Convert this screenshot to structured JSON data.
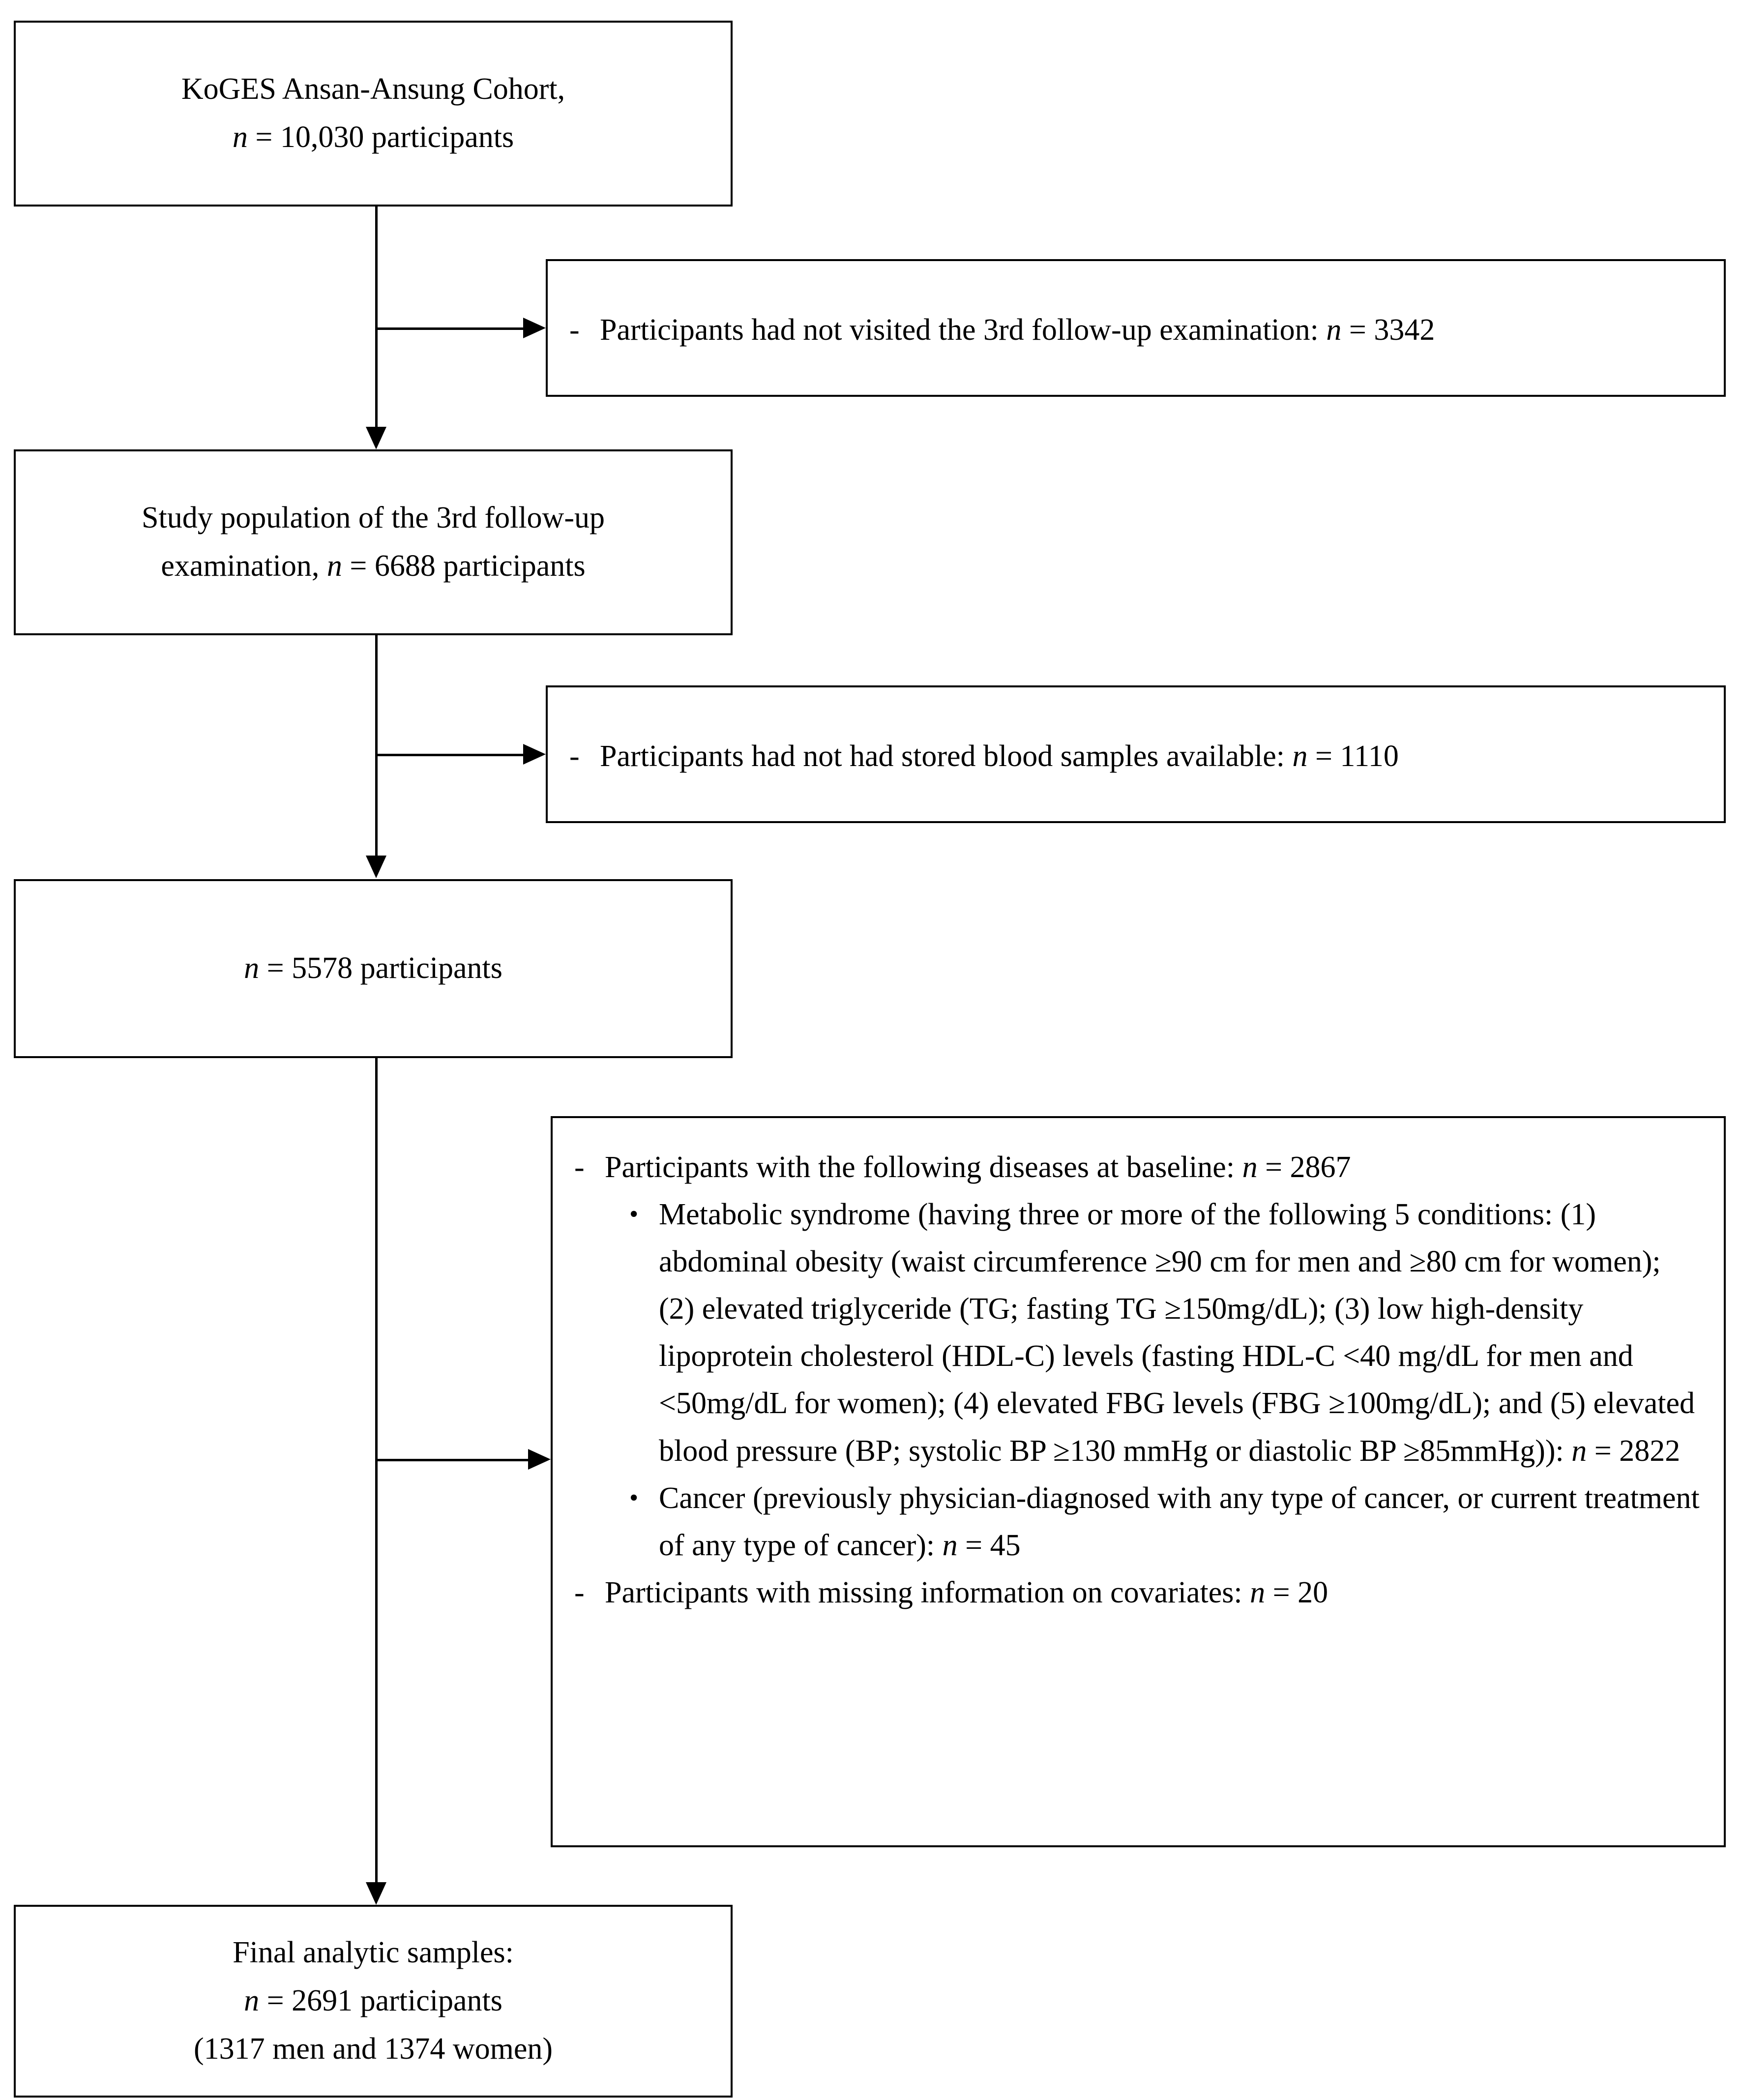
{
  "flowchart": {
    "title": "KoGES Ansan-Ansung Cohort participant selection flow",
    "nodes": {
      "cohort": {
        "line1": "KoGES Ansan-Ansung Cohort,",
        "line2_pre": "n",
        "line2_post": " = 10,030 participants"
      },
      "study_population": {
        "line1": "Study population of the 3rd follow-up",
        "line2_pre": "examination, ",
        "line2_n": "n",
        "line2_post": " = 6688 participants"
      },
      "after_blood": {
        "line1_pre": "n",
        "line1_post": " = 5578 participants"
      },
      "final": {
        "line1": "Final analytic samples:",
        "line2_n": "n",
        "line2_post": " = 2691 participants",
        "line3": "(1317 men and 1374 women)"
      }
    },
    "exclusions": {
      "no_followup": {
        "dash": "-",
        "text_pre": "Participants had not visited  the 3rd follow-up examination: ",
        "text_n": "n",
        "text_post": " = 3342"
      },
      "no_blood": {
        "dash": "-",
        "text_pre": "Participants had not had stored blood samples available: ",
        "text_n": "n",
        "text_post": " = 1110"
      },
      "diseases": {
        "dash": "-",
        "header_pre": "Participants with the following  diseases at baseline: ",
        "header_n": "n",
        "header_post": " = 2867",
        "items": [
          {
            "bullet": "•",
            "text_pre": "Metabolic syndrome (having three or more of the following  5 conditions: (1) abdominal obesity (waist circumference ≥90 cm for men and ≥80 cm for women); (2) elevated triglyceride (TG; fasting TG ≥150mg/dL); (3) low high-density lipoprotein cholesterol (HDL-C) levels  (fasting HDL-C <40 mg/dL for men and <50mg/dL for women); (4) elevated FBG levels  (FBG ≥100mg/dL); and (5) elevated blood pressure (BP; systolic BP ≥130 mmHg or diastolic BP ≥85mmHg)):  ",
            "text_n": "n",
            "text_post": " = 2822"
          },
          {
            "bullet": "•",
            "text_pre": "Cancer (previously physician-diagnosed with any type of cancer, or current treatment of any type of cancer): ",
            "text_n": "n",
            "text_post": " = 45"
          }
        ],
        "dash2": "-",
        "missing_pre": "Participants with missing information on covariates: ",
        "missing_n": "n",
        "missing_post": " = 20"
      }
    },
    "colors": {
      "border": "#000000",
      "background": "#ffffff",
      "text": "#000000"
    }
  }
}
